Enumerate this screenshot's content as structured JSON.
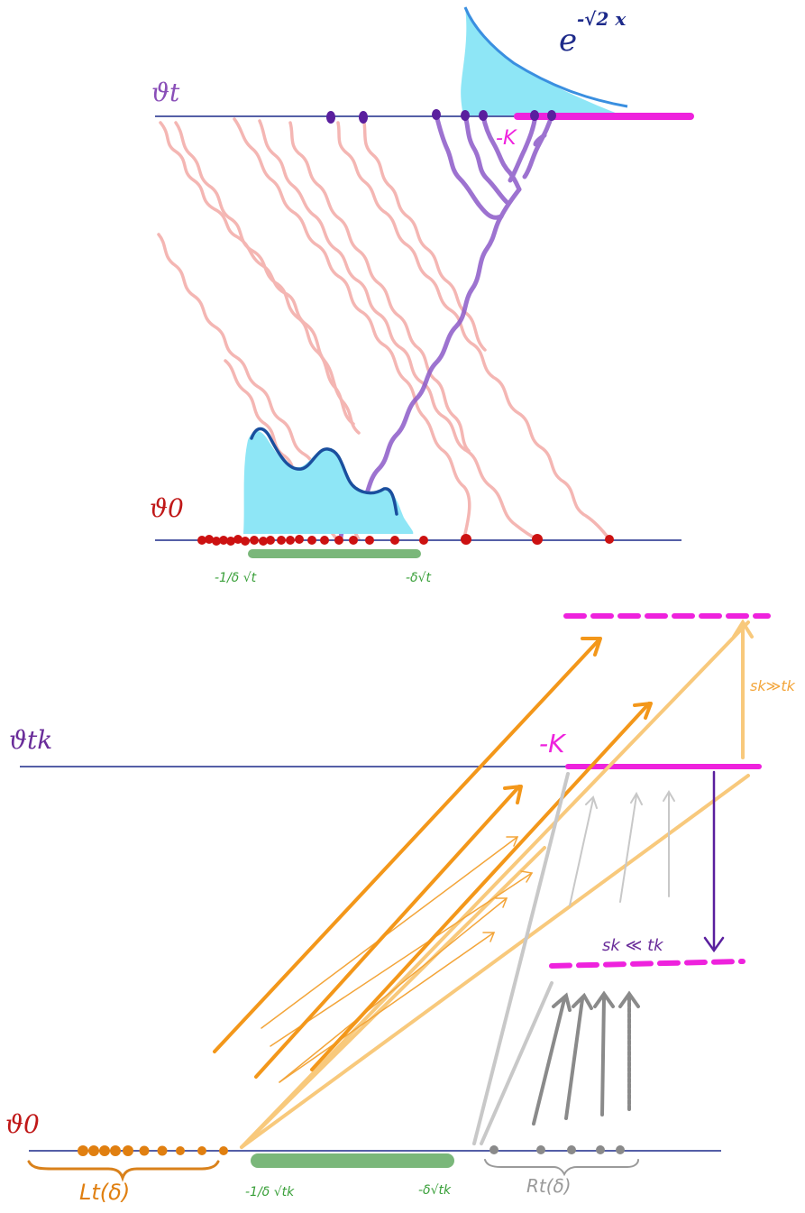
{
  "labels": {
    "top_theta_t": "ϑt",
    "top_theta_0": "ϑ0",
    "top_exp_label": "e",
    "top_exp_power": "-√2 x",
    "top_minus_k": "-K",
    "top_left_bound": "-1/δ √t",
    "top_right_bound": "-δ√t",
    "bottom_theta_tk": "ϑtk",
    "bottom_theta_0": "ϑ0",
    "bottom_minus_k": "-K",
    "s_gg_t": "sk≫tk",
    "s_ll_t": "sk ≪ tk",
    "bottom_left_bound": "-1/δ √tk",
    "bottom_right_bound": "-δ√tk",
    "left_set": "Lt(δ)",
    "right_set": "Rt(δ)"
  },
  "colors": {
    "axis": "#1d2a8a",
    "magenta": "#ee22dd",
    "light_blue": "#8ee6f6",
    "dark_blue_curve": "#1a4f9e",
    "blue_curve": "#3a8fe0",
    "pink_path": "#f4b6b3",
    "purple_path": "#8c5ac8",
    "dark_purple": "#5a1f9e",
    "red_dot": "#cc1111",
    "green_bar": "#7ab77a",
    "green_text": "#3aa03a",
    "orange": "#f3971a",
    "light_orange": "#f8c97c",
    "gray": "#8a8a8a",
    "light_gray": "#c8c8c8",
    "theta_top_color": "#8a4fb8",
    "theta_red_color": "#c01818",
    "theta_bottom_color": "#6a2d9a"
  }
}
